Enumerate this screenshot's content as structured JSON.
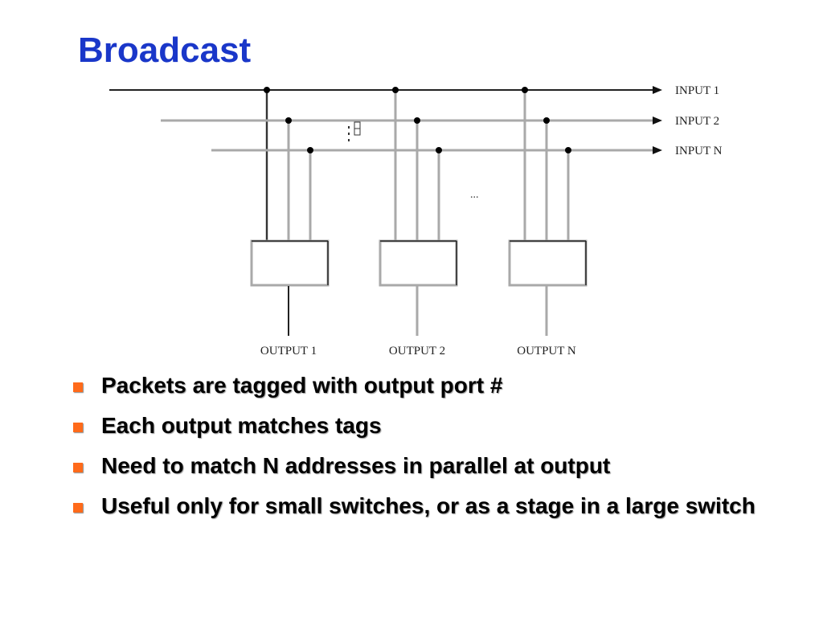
{
  "slide": {
    "title": "Broadcast"
  },
  "diagram": {
    "inputs": [
      {
        "label": "INPUT 1"
      },
      {
        "label": "INPUT 2"
      },
      {
        "label": "INPUT N"
      }
    ],
    "outputs": [
      {
        "label": "OUTPUT 1"
      },
      {
        "label": "OUTPUT 2"
      },
      {
        "label": "OUTPUT N"
      }
    ],
    "ellipsis": "...",
    "colors": {
      "line_dark": "#222222",
      "line_gray": "#a9a9a9",
      "dot": "#000000"
    }
  },
  "bullets": [
    {
      "text": "Packets are tagged with output port #"
    },
    {
      "text": "Each output matches tags"
    },
    {
      "text": "Need to match N addresses in parallel at output"
    },
    {
      "text": "Useful only for small switches, or as a stage in a large switch"
    }
  ],
  "style": {
    "title_color": "#1a37c9",
    "bullet_color": "#ff6a1a"
  }
}
